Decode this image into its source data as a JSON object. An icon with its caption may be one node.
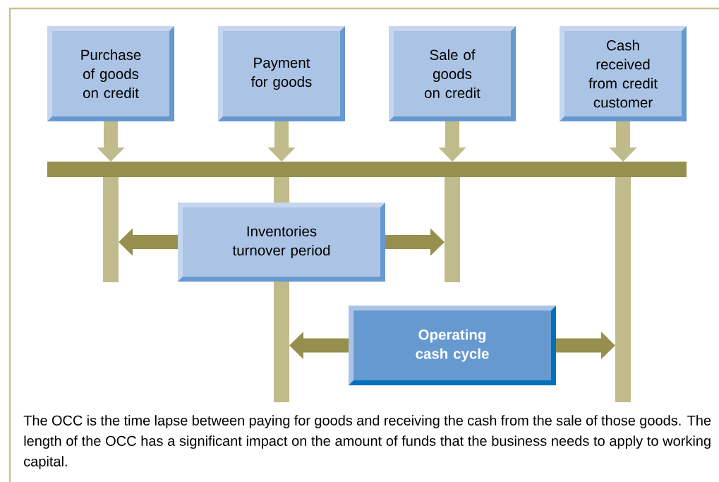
{
  "diagram": {
    "caption": "The OCC is the time lapse between paying for goods and receiving the cash from the sale of those goods. The length of the OCC has a significant impact on the amount of funds that the business needs to apply to working capital.",
    "nodes": [
      {
        "text": [
          "Purchase of goods on credit"
        ]
      },
      {
        "text": [
          "Payment for goods"
        ]
      },
      {
        "text": [
          "Sale of goods on credit"
        ]
      },
      {
        "text": [
          "Cash received from credit customer"
        ]
      },
      {
        "text": [],
        "shape": "bar"
      },
      {
        "text": [],
        "shape": "bar"
      },
      {
        "text": [],
        "shape": "bar"
      },
      {
        "text": [],
        "shape": "bar"
      },
      {
        "text": [],
        "shape": "bar"
      },
      {
        "text": [
          "Inventories turnover period"
        ]
      },
      {
        "text": [
          "Operating cash cycle"
        ]
      }
    ],
    "edges": [
      {
        "from": 0,
        "to": 4,
        "arrow": "to",
        "color": "#c0bb8b"
      },
      {
        "from": 1,
        "to": 4,
        "arrow": "to",
        "color": "#c0bb8b"
      },
      {
        "from": 2,
        "to": 4,
        "arrow": "to",
        "color": "#c0bb8b"
      },
      {
        "from": 3,
        "to": 4,
        "arrow": "to",
        "color": "#c0bb8b"
      },
      {
        "from": 9,
        "to": 5,
        "arrow": "to",
        "color": "#968f4d"
      },
      {
        "from": 9,
        "to": 7,
        "arrow": "to",
        "color": "#968f4d"
      },
      {
        "from": 10,
        "to": 6,
        "arrow": "to",
        "color": "#968f4d"
      },
      {
        "from": 10,
        "to": 8,
        "arrow": "to",
        "color": "#968f4d"
      }
    ]
  }
}
